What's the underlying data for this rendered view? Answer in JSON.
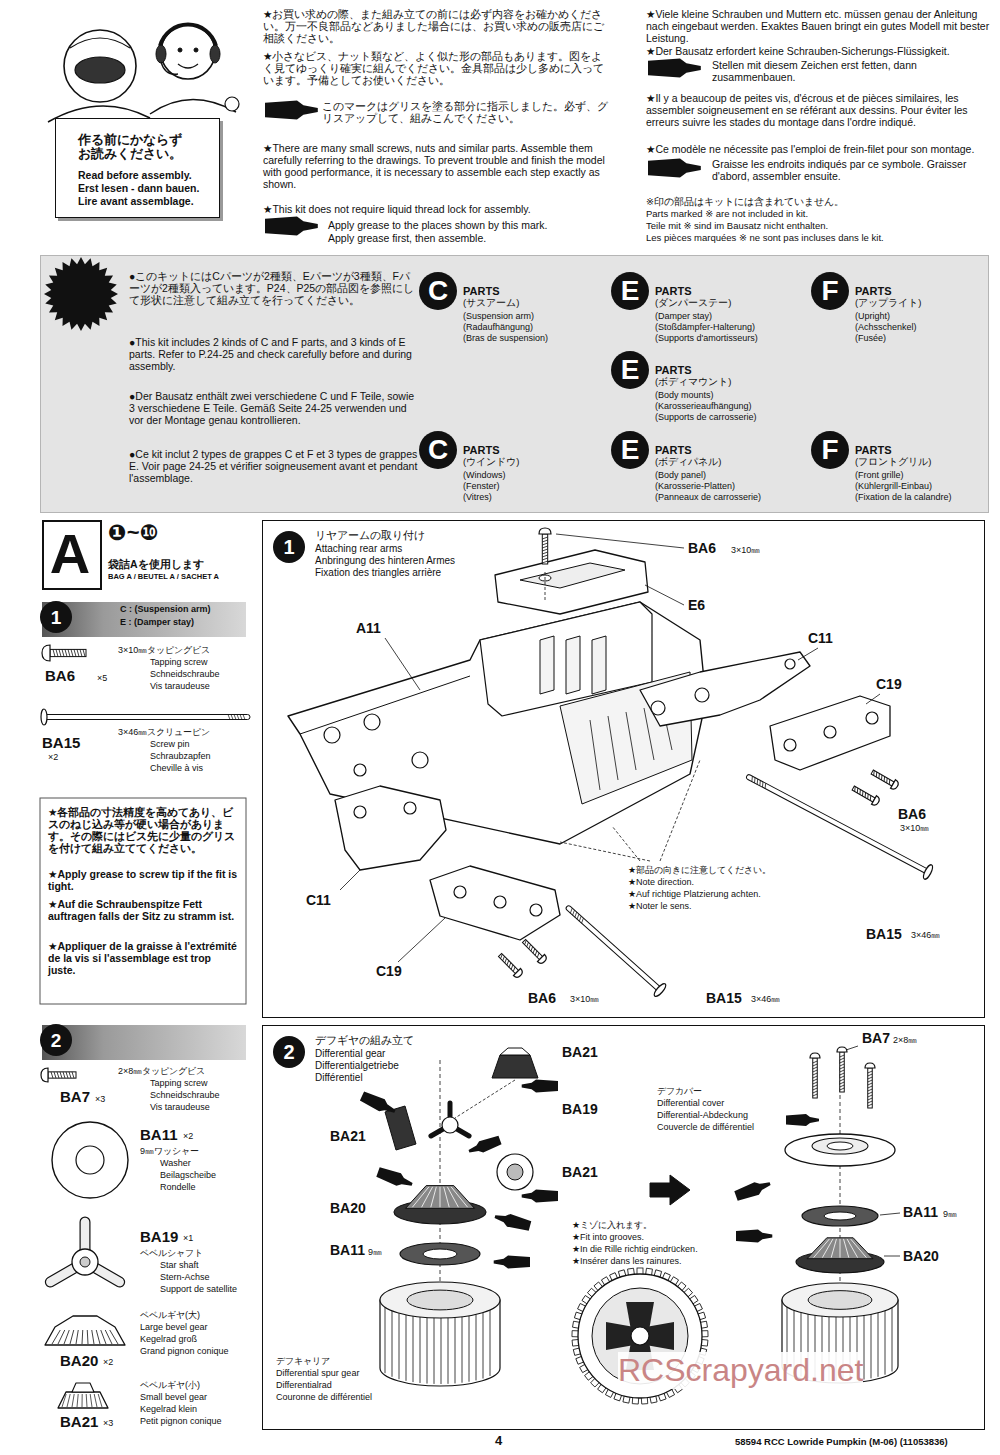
{
  "diagram": {
    "nodes": [
      {
        "text": [
          "作る前にかならずお読みください。",
          "Read before assembly.",
          "Erst lesen - dann bauen.",
          "Lire avant assemblage."
        ]
      },
      {
        "text": [
          "●このキットにはCパーツが2種類、Eパーツが3種類、Fパーツが2種類入っています。P24、P25の部品図を参照にして形状に注意して組み立てを行ってください。",
          "●This kit includes 2 kinds of C and F parts, and 3 kinds of E parts. Refer to P.24-25 and check carefully before and during assembly.",
          "●Der Bausatz enthält zwei verschiedene C und F Teile, sowie 3 verschiedene E Teile. Gemäß Seite 24-25 verwenden und vor der Montage genau kontrollieren.",
          "●Ce kit inclut 2 types de grappes C et F et 3 types de grappes E. Voir page 24-25 et vérifier soigneusement avant et pendant l'assemblage."
        ]
      },
      {
        "text": [
          "C",
          "PARTS",
          "(サスアーム)",
          "(Suspension arm)",
          "(Radaufhängung)",
          "(Bras de suspension)"
        ],
        "in": 1
      },
      {
        "text": [
          "E",
          "PARTS",
          "(ダンパーステー)",
          "(Damper stay)",
          "(Stoßdämpfer-Halterung)",
          "(Supports d'amortisseurs)"
        ],
        "in": 1
      },
      {
        "text": [
          "F",
          "PARTS",
          "(アップライト)",
          "(Upright)",
          "(Achsschenkel)",
          "(Fusée)"
        ],
        "in": 1
      },
      {
        "text": [
          "E",
          "PARTS",
          "(ボディマウント)",
          "(Body mounts)",
          "(Karosserieaufhängung)",
          "(Supports de carrosserie)"
        ],
        "in": 1
      },
      {
        "text": [
          "C",
          "PARTS",
          "(ウインドウ)",
          "(Windows)",
          "(Fenster)",
          "(Vitres)"
        ],
        "in": 1
      },
      {
        "text": [
          "E",
          "PARTS",
          "(ボディパネル)",
          "(Body panel)",
          "(Karosserie-Platten)",
          "(Panneaux de carrosserie)"
        ],
        "in": 1
      },
      {
        "text": [
          "F",
          "PARTS",
          "(フロントグリル)",
          "(Front grille)",
          "(Kühlergrill-Einbau)",
          "(Fixation de la calandre)"
        ],
        "in": 1
      },
      {
        "text": [
          "A"
        ]
      },
      {
        "text": [
          "1",
          "C : (Suspension arm)",
          "E : (Damper stay)"
        ]
      },
      {
        "text": [
          "1",
          "リヤアームの取り付け",
          "Attaching rear arms",
          "Anbringung des hinteren Armes",
          "Fixation des triangles arrière"
        ]
      },
      {
        "text": [
          "2"
        ]
      },
      {
        "text": [
          "2",
          "デフギヤの組み立て",
          "Differential gear",
          "Differentialgetriebe",
          "Différentiel"
        ]
      }
    ],
    "labels": [
      "★お買い求めの際、また組み立ての前には必ず内容をお確かめください。万一不良部品などありました場合には、お買い求めの販売店にご相談ください。",
      "★小さなビス、ナット類など、よく似た形の部品もあります。図をよく見てゆっくり確実に組んでください。金具部品は少し多めに入っています。予備としてお使いください。",
      "このマークはグリスを塗る部分に指示しました。必ず、グリスアップして、組みこんでください。",
      "★There are many small screws, nuts and similar parts. Assemble them carefully referring to the drawings. To prevent trouble and finish the model with good performance, it is necessary to assemble each step exactly as shown.",
      "★This kit does not require liquid thread lock for assembly.",
      "Apply grease to the places shown by this mark.",
      "Apply grease first, then assemble.",
      "★Viele kleine Schrauben und Muttern etc. müssen genau der Anleitung nach eingebaut werden. Exaktes Bauen bringt ein gutes Modell mit bester Leistung.",
      "★Der Bausatz erfordert keine Schrauben-Sicherungs-Flüssigkeit.",
      "Stellen mit diesem Zeichen erst fetten, dann zusammenbauen.",
      "★Il y a beaucoup de peites vis, d'écrous et de pièces similaires, les assembler soigneusement en se référant aux dessins. Pour éviter les erreurs suivre les stades du montage dans l'ordre indiqué.",
      "★Ce modèle ne nécessite pas l'emploi de frein-filet pour son montage.",
      "Graisse les endroits indiqués par ce symbole. Graisser d'abord, assembler ensuite.",
      "※印の部品はキットには含まれていません。",
      "Parts marked ※ are not included in kit.",
      "Teile mit ※ sind im Bausatz nicht enthalten.",
      "Les pièces marquées ※ ne sont pas incluses dans le kit.",
      "❶~❿",
      "袋詰Aを使用します",
      "BAG A / BEUTEL A / SACHET A",
      "BA6",
      "×5",
      "3×10㎜タッピングビス",
      "Tapping screw",
      "Schneidschraube",
      "Vis taraudeuse",
      "BA15",
      "×2",
      "3×46㎜スクリューピン",
      "Screw pin",
      "Schraubzapfen",
      "Cheville à vis",
      "★各部品の寸法精度を高めてあり、ビスのねじ込み等が硬い場合があります。その際にはビス先に少量のグリスを付けて組み立ててください。",
      "★Apply grease to screw tip if the fit is tight.",
      "★Auf die Schraubenspitze Fett auftragen falls der Sitz zu stramm ist.",
      "★Appliquer de la graisse à l'extrémité de la vis si l'assemblage est trop juste.",
      "BA6",
      "3×10㎜",
      "E6",
      "A11",
      "C11",
      "C19",
      "BA6",
      "3×10㎜",
      "★部品の向きに注意してください。",
      "★Note direction.",
      "★Auf richtige Platzierung achten.",
      "★Noter le sens.",
      "C11",
      "C19",
      "BA6",
      "3×10㎜",
      "BA15",
      "3×46㎜",
      "BA15",
      "3×46㎜",
      "2×8㎜タッピングビス",
      "Tapping screw",
      "Schneidschraube",
      "Vis taraudeuse",
      "BA7",
      "×3",
      "BA11",
      "×2",
      "9㎜ワッシャー",
      "Washer",
      "Beilagscheibe",
      "Rondelle",
      "BA19",
      "×1",
      "ベベルシャフト",
      "Star shaft",
      "Stern-Achse",
      "Support de satellite",
      "ベベルギヤ(大)",
      "Large bevel gear",
      "Kegelrad groß",
      "Grand pignon conique",
      "BA20",
      "×2",
      "ベベルギヤ(小)",
      "Small bevel gear",
      "Kegelrad klein",
      "Petit pignon conique",
      "BA21",
      "×3",
      "BA21",
      "BA19",
      "BA21",
      "BA21",
      "BA20",
      "BA11",
      "9㎜",
      "★ミゾに入れます。",
      "★Fit into grooves.",
      "★In die Rille richtig eindrücken.",
      "★Insérer dans les rainures.",
      "デフキャリア",
      "Differential spur gear",
      "Differentialrad",
      "Couronne de différentiel",
      "デフカバー",
      "Differential cover",
      "Differential-Abdeckung",
      "Couvercle de différentiel",
      "BA7",
      "2×8㎜",
      "BA11",
      "9㎜",
      "BA20",
      "RCScrapyard.net",
      "4",
      "58594 RCC Lowride Pumpkin (M-06) (11053836)"
    ]
  }
}
